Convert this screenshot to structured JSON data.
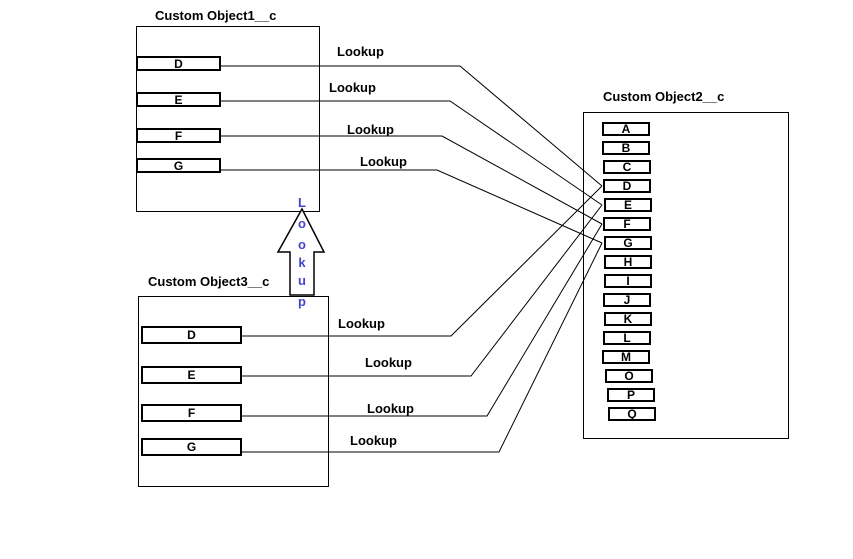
{
  "objects": {
    "object1": {
      "title": "Custom Object1__c",
      "fields": [
        "D",
        "E",
        "F",
        "G"
      ]
    },
    "object2": {
      "title": "Custom Object2__c",
      "fields": [
        "A",
        "B",
        "C",
        "D",
        "E",
        "F",
        "G",
        "H",
        "I",
        "J",
        "K",
        "L",
        "M",
        "O",
        "P",
        "Q"
      ]
    },
    "object3": {
      "title": "Custom Object3__c",
      "fields": [
        "D",
        "E",
        "F",
        "G"
      ]
    }
  },
  "connections": [
    {
      "from": "Object1.D",
      "to": "Object2.D",
      "label": "Lookup"
    },
    {
      "from": "Object1.E",
      "to": "Object2.E",
      "label": "Lookup"
    },
    {
      "from": "Object1.F",
      "to": "Object2.F",
      "label": "Lookup"
    },
    {
      "from": "Object1.G",
      "to": "Object2.G",
      "label": "Lookup"
    },
    {
      "from": "Object3.D",
      "to": "Object2.D",
      "label": "Lookup"
    },
    {
      "from": "Object3.E",
      "to": "Object2.E",
      "label": "Lookup"
    },
    {
      "from": "Object3.F",
      "to": "Object2.F",
      "label": "Lookup"
    },
    {
      "from": "Object3.G",
      "to": "Object2.G",
      "label": "Lookup"
    }
  ],
  "arrow": {
    "from": "Object3",
    "to": "Object1",
    "label": "Lookup",
    "direction": "up"
  },
  "colors": {
    "line": "#000000",
    "box_border": "#000000",
    "text": "#000000",
    "arrow_label": "#4444CC",
    "background": "#FFFFFF"
  }
}
